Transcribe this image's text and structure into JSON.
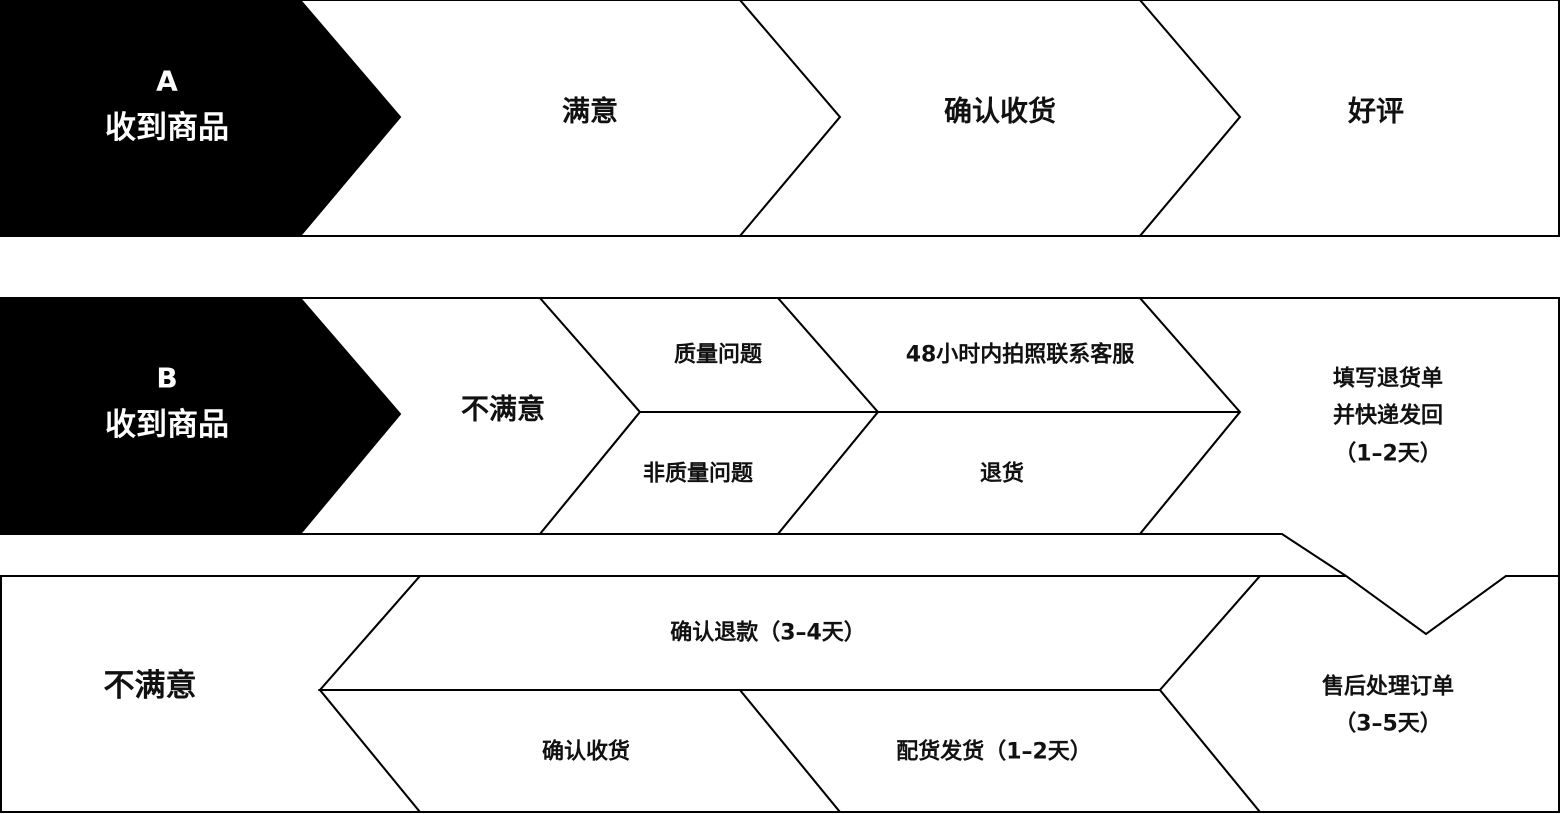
{
  "row_a": {
    "header_letter": "A",
    "header_title": "收到商品",
    "steps": [
      "满意",
      "确认收货",
      "好评"
    ]
  },
  "row_b": {
    "header_letter": "B",
    "header_title": "收到商品",
    "condition": "不满意",
    "quality_issue": "质量问题",
    "non_quality_issue": "非质量问题",
    "contact_service": "48小时内拍照联系客服",
    "return_goods": "退货",
    "fill_return": [
      "填写退货单",
      "并快递发回",
      "（1–2天）"
    ]
  },
  "row_c": {
    "title": "不满意",
    "after_sales": [
      "售后处理订单",
      "（3–5天）"
    ],
    "refund": "确认退款（3–4天）",
    "reship": "配货发货（1–2天）",
    "confirm_receipt": "确认收货"
  },
  "colors": {
    "dark": "#000000",
    "light": "#ffffff",
    "stroke": "#000000",
    "text": "#111111"
  }
}
